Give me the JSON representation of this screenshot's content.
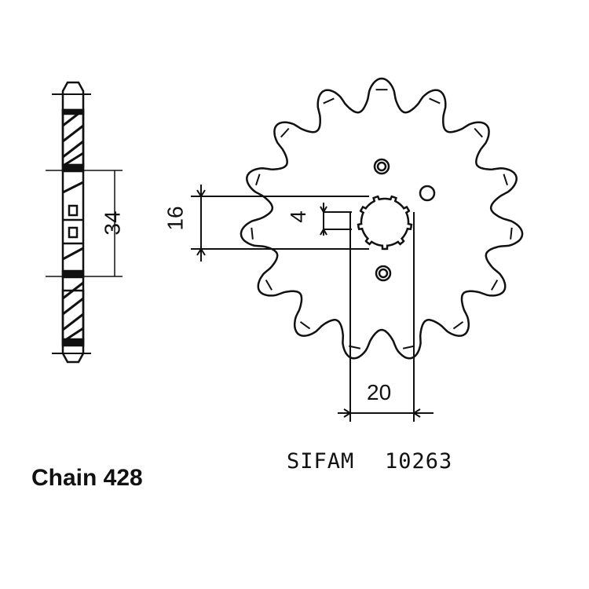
{
  "chain_label": "Chain 428",
  "brand": "SIFAM",
  "part_number": "10263",
  "dimensions": {
    "hub_width": "34",
    "spline_diameter": "16",
    "key_width": "4",
    "hub_offset": "20"
  },
  "teeth": 15
}
